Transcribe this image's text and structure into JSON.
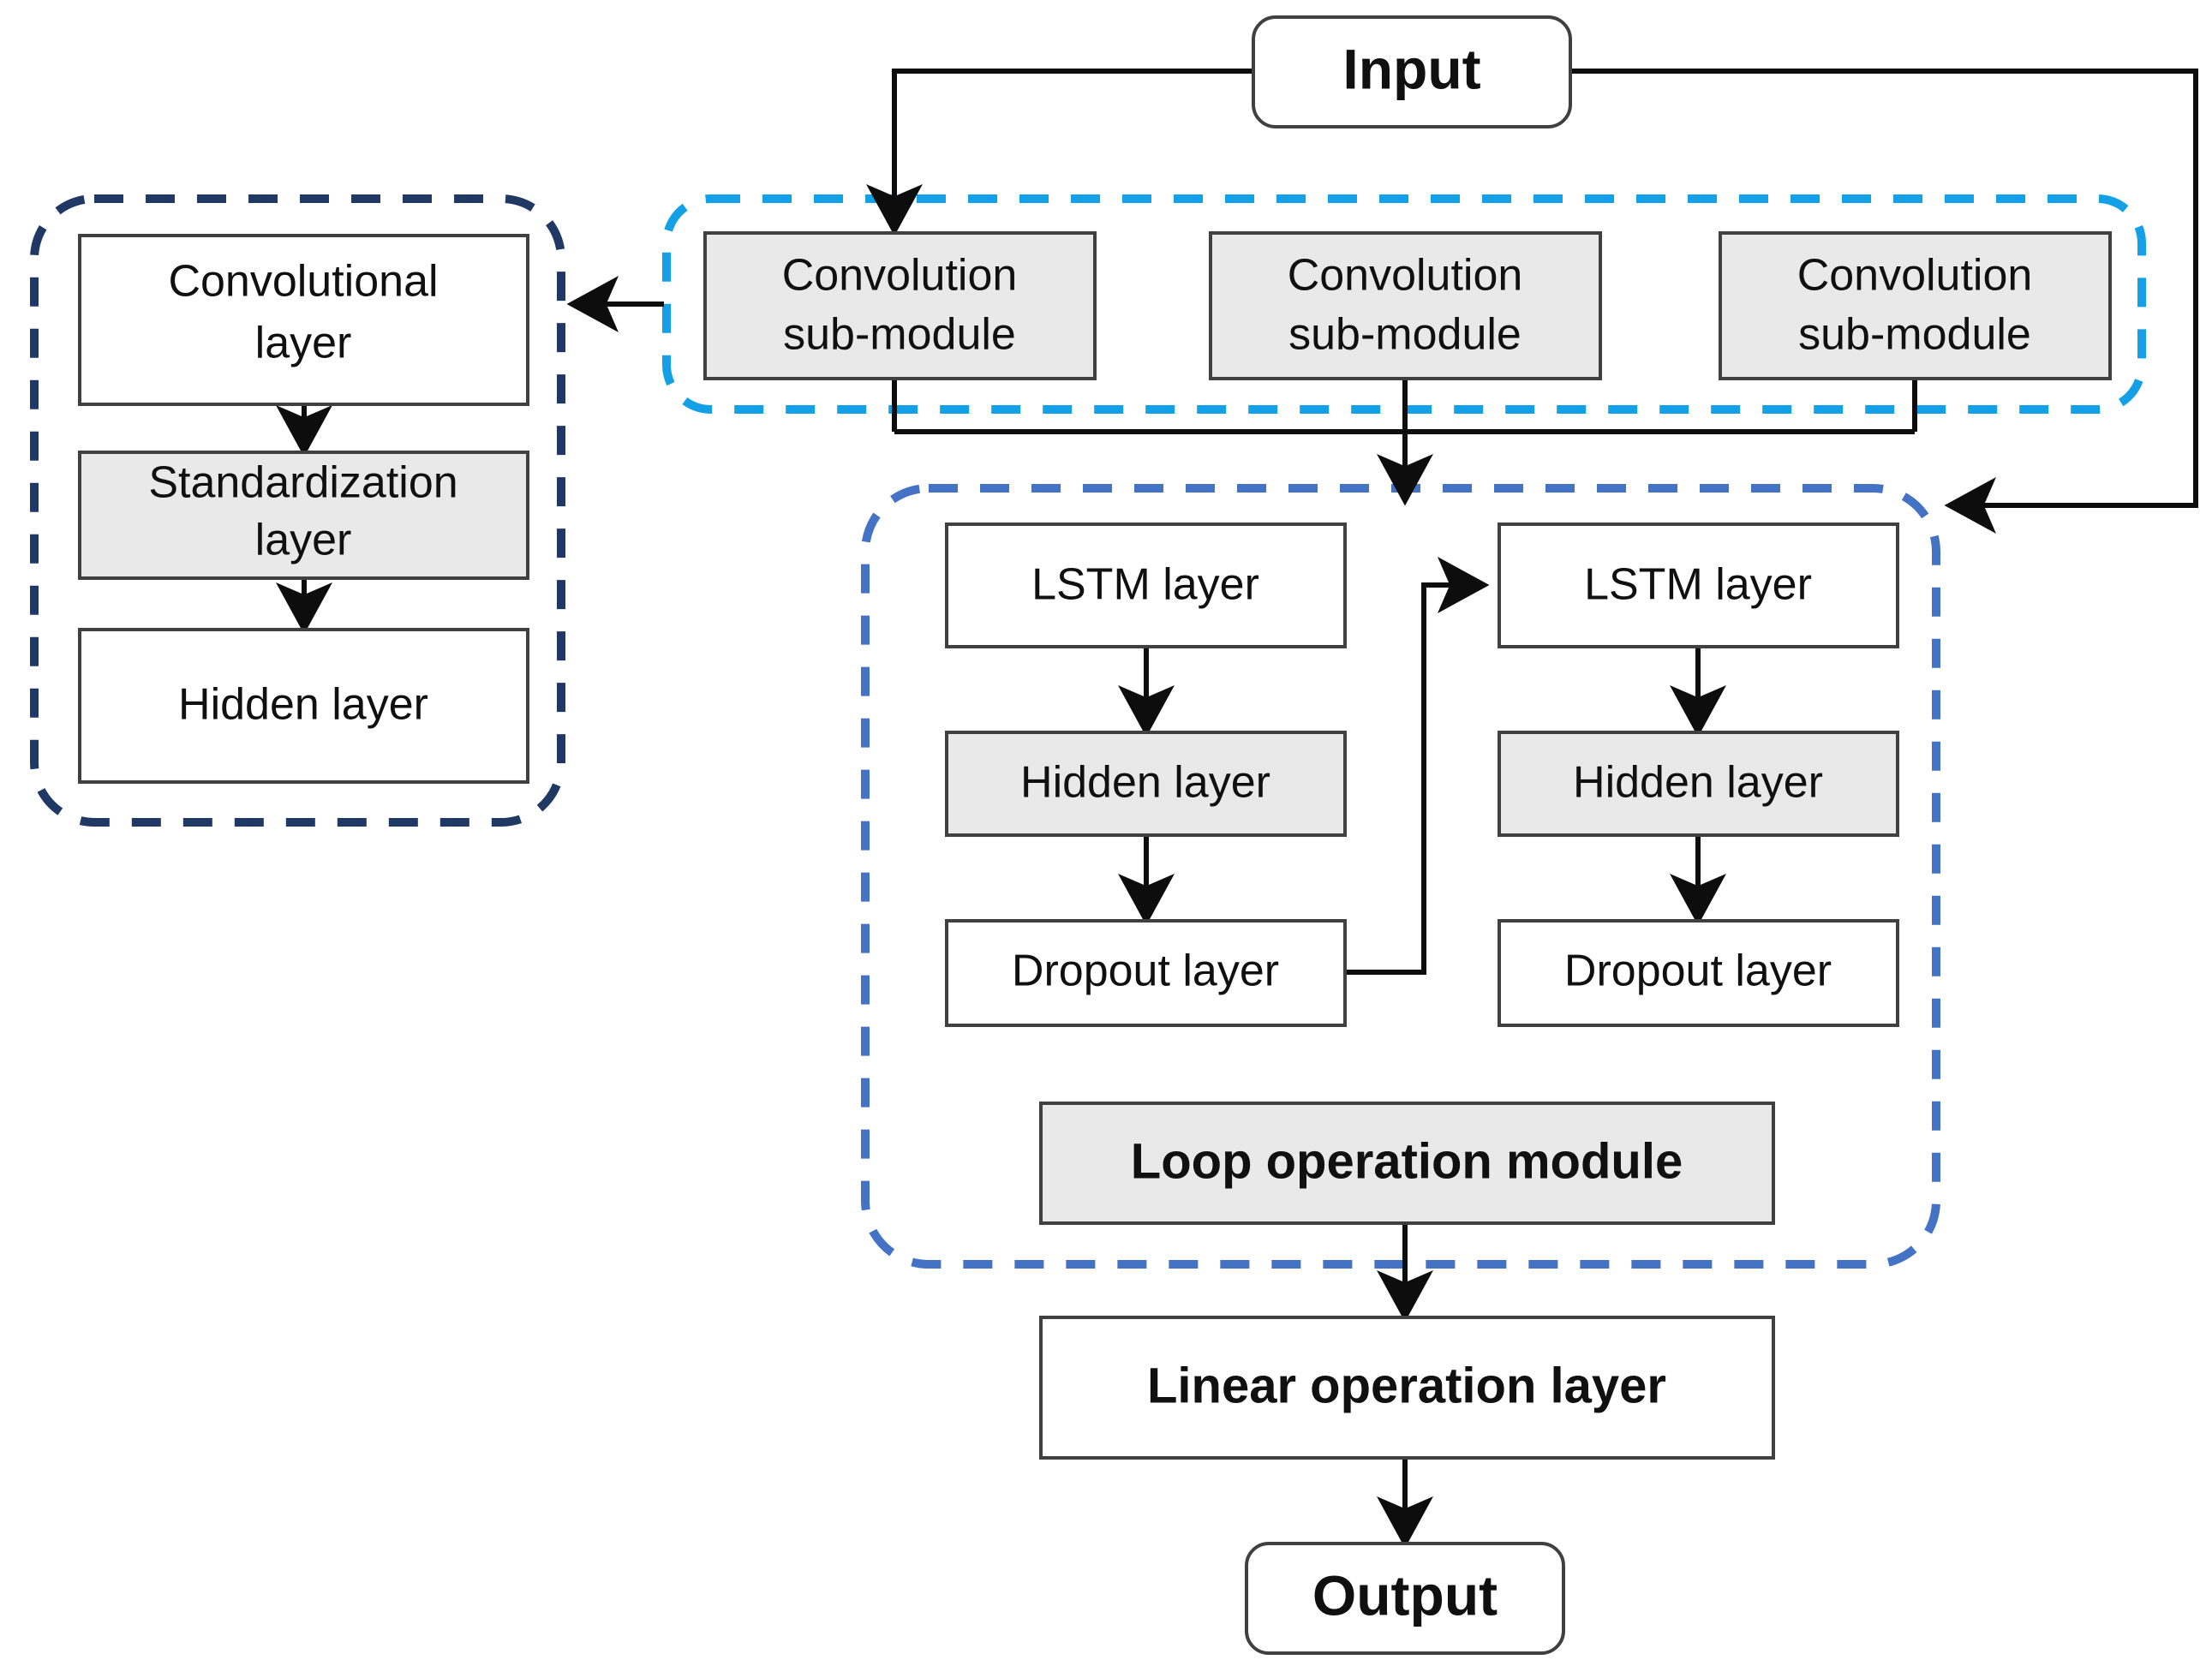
{
  "diagram": {
    "title": "CNN-LSTM network architecture flowchart",
    "colors": {
      "navy_dashed": "#1f3864",
      "cyan_dashed": "#14a0e6",
      "blue_dashed": "#4472c4",
      "box_gray_fill": "#e9e9e9",
      "box_white_fill": "#ffffff",
      "box_border": "#404040",
      "connector": "#0d0d0d",
      "text": "#101010"
    },
    "nodes": {
      "input": {
        "label": "Input",
        "shape": "rounded-rect",
        "fill": "white",
        "bold": true
      },
      "output": {
        "label": "Output",
        "shape": "rounded-rect",
        "fill": "white",
        "bold": true
      },
      "conv_sub_1": {
        "label_line1": "Convolution",
        "label_line2": "sub-module",
        "fill": "gray"
      },
      "conv_sub_2": {
        "label_line1": "Convolution",
        "label_line2": "sub-module",
        "fill": "gray"
      },
      "conv_sub_3": {
        "label_line1": "Convolution",
        "label_line2": "sub-module",
        "fill": "gray"
      },
      "convolutional_layer": {
        "label_line1": "Convolutional",
        "label_line2": "layer",
        "fill": "white"
      },
      "standardization_layer": {
        "label_line1": "Standardization",
        "label_line2": "layer",
        "fill": "gray"
      },
      "hidden_layer_left_module": {
        "label": "Hidden layer",
        "fill": "white"
      },
      "lstm_layer_1": {
        "label": "LSTM layer",
        "fill": "white"
      },
      "hidden_layer_1": {
        "label": "Hidden layer",
        "fill": "gray"
      },
      "dropout_layer_1": {
        "label": "Dropout layer",
        "fill": "white"
      },
      "lstm_layer_2": {
        "label": "LSTM layer",
        "fill": "white"
      },
      "hidden_layer_2": {
        "label": "Hidden layer",
        "fill": "gray"
      },
      "dropout_layer_2": {
        "label": "Dropout layer",
        "fill": "white"
      },
      "loop_operation_module": {
        "label": "Loop operation module",
        "fill": "gray",
        "bold": true
      },
      "linear_operation_layer": {
        "label": "Linear operation layer",
        "fill": "white",
        "bold": true
      }
    },
    "groups": {
      "conv_detail_group": {
        "border_style": "dashed",
        "border_color": "#1f3864",
        "contains": [
          "convolutional_layer",
          "standardization_layer",
          "hidden_layer_left_module"
        ]
      },
      "conv_submodule_group": {
        "border_style": "dashed",
        "border_color": "#14a0e6",
        "contains": [
          "conv_sub_1",
          "conv_sub_2",
          "conv_sub_3"
        ]
      },
      "loop_group": {
        "border_style": "dashed",
        "border_color": "#4472c4",
        "contains": [
          "lstm_layer_1",
          "hidden_layer_1",
          "dropout_layer_1",
          "lstm_layer_2",
          "hidden_layer_2",
          "dropout_layer_2",
          "loop_operation_module"
        ]
      }
    },
    "edges": [
      {
        "from": "input",
        "to": "conv_sub_1",
        "arrow": true
      },
      {
        "from": "input",
        "to": "loop_group",
        "arrow": true
      },
      {
        "from": "conv_submodule_group",
        "to": "conv_detail_group",
        "arrow": true
      },
      {
        "from": "conv_sub_1",
        "to": "loop_group",
        "arrow": true
      },
      {
        "from": "conv_sub_2",
        "to": "loop_group",
        "arrow": true
      },
      {
        "from": "conv_sub_3",
        "to": "loop_group",
        "arrow": true
      },
      {
        "from": "convolutional_layer",
        "to": "standardization_layer",
        "arrow": true
      },
      {
        "from": "standardization_layer",
        "to": "hidden_layer_left_module",
        "arrow": true
      },
      {
        "from": "lstm_layer_1",
        "to": "hidden_layer_1",
        "arrow": true
      },
      {
        "from": "hidden_layer_1",
        "to": "dropout_layer_1",
        "arrow": true
      },
      {
        "from": "dropout_layer_1",
        "to": "lstm_layer_2",
        "arrow": true
      },
      {
        "from": "lstm_layer_2",
        "to": "hidden_layer_2",
        "arrow": true
      },
      {
        "from": "hidden_layer_2",
        "to": "dropout_layer_2",
        "arrow": true
      },
      {
        "from": "loop_operation_module",
        "to": "linear_operation_layer",
        "arrow": true
      },
      {
        "from": "linear_operation_layer",
        "to": "output",
        "arrow": true
      }
    ]
  }
}
